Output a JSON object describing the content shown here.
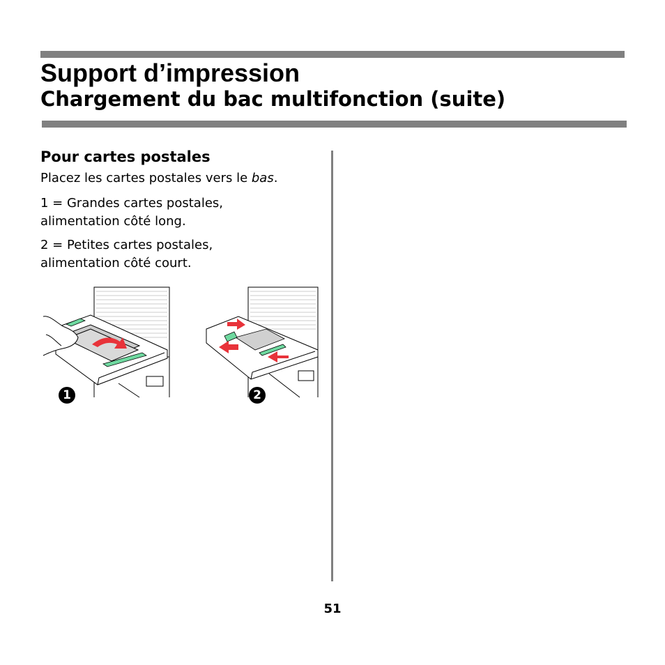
{
  "header": {
    "title": "Support d’impression",
    "subtitle": "Chargement du bac multifonction (suite)"
  },
  "section": {
    "heading": "Pour cartes postales",
    "intro_text": "Placez les cartes postales vers le ",
    "intro_emphasis": "bas",
    "intro_end": ".",
    "item1_line1": "1 = Grandes cartes postales,",
    "item1_line2": "alimentation côté long.",
    "item2_line1": "2 = Petites cartes postales,",
    "item2_line2": "alimentation côté court."
  },
  "figures": {
    "fig1_badge": "1",
    "fig2_badge": "2"
  },
  "colors": {
    "rule": "#808080",
    "guide_green": "#6fd9a0",
    "arrow_red": "#e8333a"
  },
  "footer": {
    "page_number": "51"
  }
}
